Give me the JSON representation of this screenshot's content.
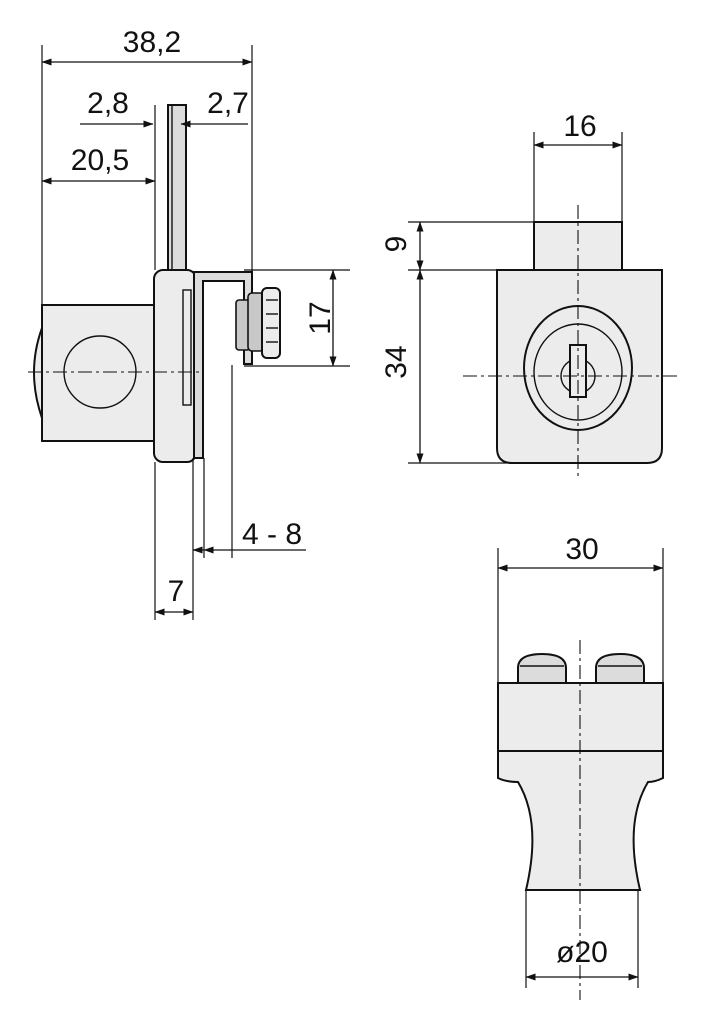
{
  "side_view": {
    "dim_total_width": "38,2",
    "dim_left_plate": "2,8",
    "dim_right_plate": "2,7",
    "dim_body_depth": "20,5",
    "dim_bracket_height": "17",
    "dim_door_thickness": "4 - 8",
    "dim_panel_thickness": "7"
  },
  "front_view": {
    "dim_top_width": "16",
    "dim_top_height": "9",
    "dim_body_height": "34"
  },
  "bottom_view": {
    "dim_width": "30",
    "dim_diameter": "ø20"
  }
}
